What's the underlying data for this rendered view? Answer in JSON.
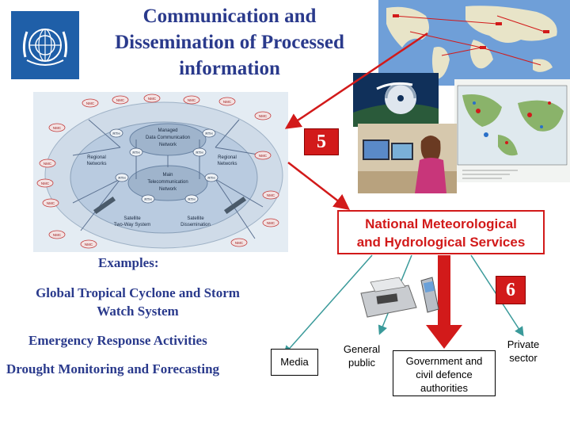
{
  "title": "Communication and Dissemination of Processed information",
  "wmo_logo": "un-wreath-logo-icon",
  "badge5": "5",
  "badge6": "6",
  "nmhs": {
    "line1": "National Meteorological",
    "line2": "and Hydrological Services"
  },
  "network_labels": {
    "managed": [
      "Managed",
      "Data Communication",
      "Network"
    ],
    "main": [
      "Main",
      "Telecommunication",
      "Network"
    ],
    "regional_left": [
      "Regional",
      "Networks"
    ],
    "regional_right": [
      "Regional",
      "Networks"
    ],
    "sat_left": [
      "Satellite",
      "Two-Way System"
    ],
    "sat_right": [
      "Satellite",
      "Dissemination"
    ],
    "nodes": [
      "NMC",
      "NMC",
      "NMC",
      "NMC",
      "NMC",
      "NMC",
      "NMC",
      "NMC",
      "NMC",
      "NMC",
      "NMC",
      "NMC",
      "NMC",
      "NMC",
      "NMC",
      "NMC",
      "RTH",
      "RTH",
      "RTH",
      "RTH",
      "RTH",
      "RTH",
      "RTH",
      "RTH"
    ]
  },
  "examples": {
    "heading": "Examples:",
    "item1_line1": "Global Tropical Cyclone and Storm",
    "item1_line2": "Watch System",
    "item2": "Emergency Response Activities",
    "item3": "Drought Monitoring and Forecasting"
  },
  "recipients": {
    "media": "Media",
    "general_public_1": "General",
    "general_public_2": "public",
    "gov_1": "Government and",
    "gov_2": "civil defence",
    "gov_3": "authorities",
    "private_1": "Private",
    "private_2": "sector"
  },
  "colors": {
    "title": "#2a3a8c",
    "accent_red": "#d21a1a",
    "logo_blue": "#1f5fa8"
  }
}
